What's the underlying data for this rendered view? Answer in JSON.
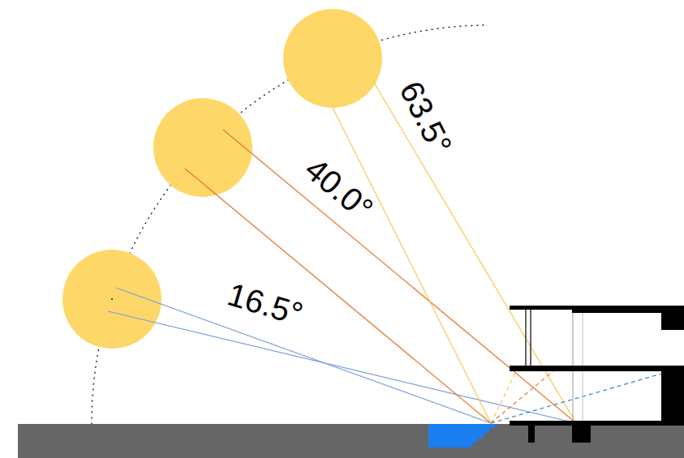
{
  "diagram": {
    "labels": [
      "63.5°",
      "40.0°",
      "16.5°"
    ]
  }
}
